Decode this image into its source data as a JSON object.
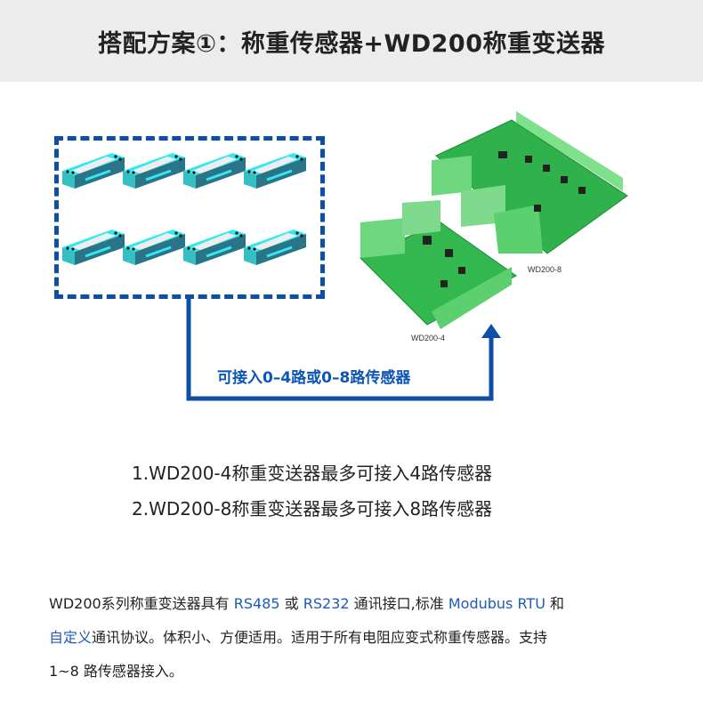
{
  "header": {
    "title": "搭配方案①：称重传感器+WD200称重变送器"
  },
  "diagram": {
    "sensor_count": 8,
    "connect_label": "可接入0–4路或0–8路传感器",
    "board_small_label": "WD200-4",
    "board_large_label": "WD200-8",
    "colors": {
      "blue": "#0d4ea6",
      "cell": "#2fc9d0",
      "board": "#2db34a"
    }
  },
  "notes": [
    "1.WD200-4称重变送器最多可接入4路传感器",
    "2.WD200-8称重变送器最多可接入8路传感器"
  ],
  "description": {
    "p1": "WD200系列称重变送器具有 ",
    "rs485": "RS485",
    "p2": " 或 ",
    "rs232": "RS232",
    "p3": " 通讯接口,标准 ",
    "modbus": "Modubus RTU",
    "p4": " 和",
    "custom": "自定义",
    "p5": "通讯协议。体积小、方便适用。适用于所有电阻应变式称重传感器。支持",
    "p6": " 1~8 路传感器接入。"
  }
}
